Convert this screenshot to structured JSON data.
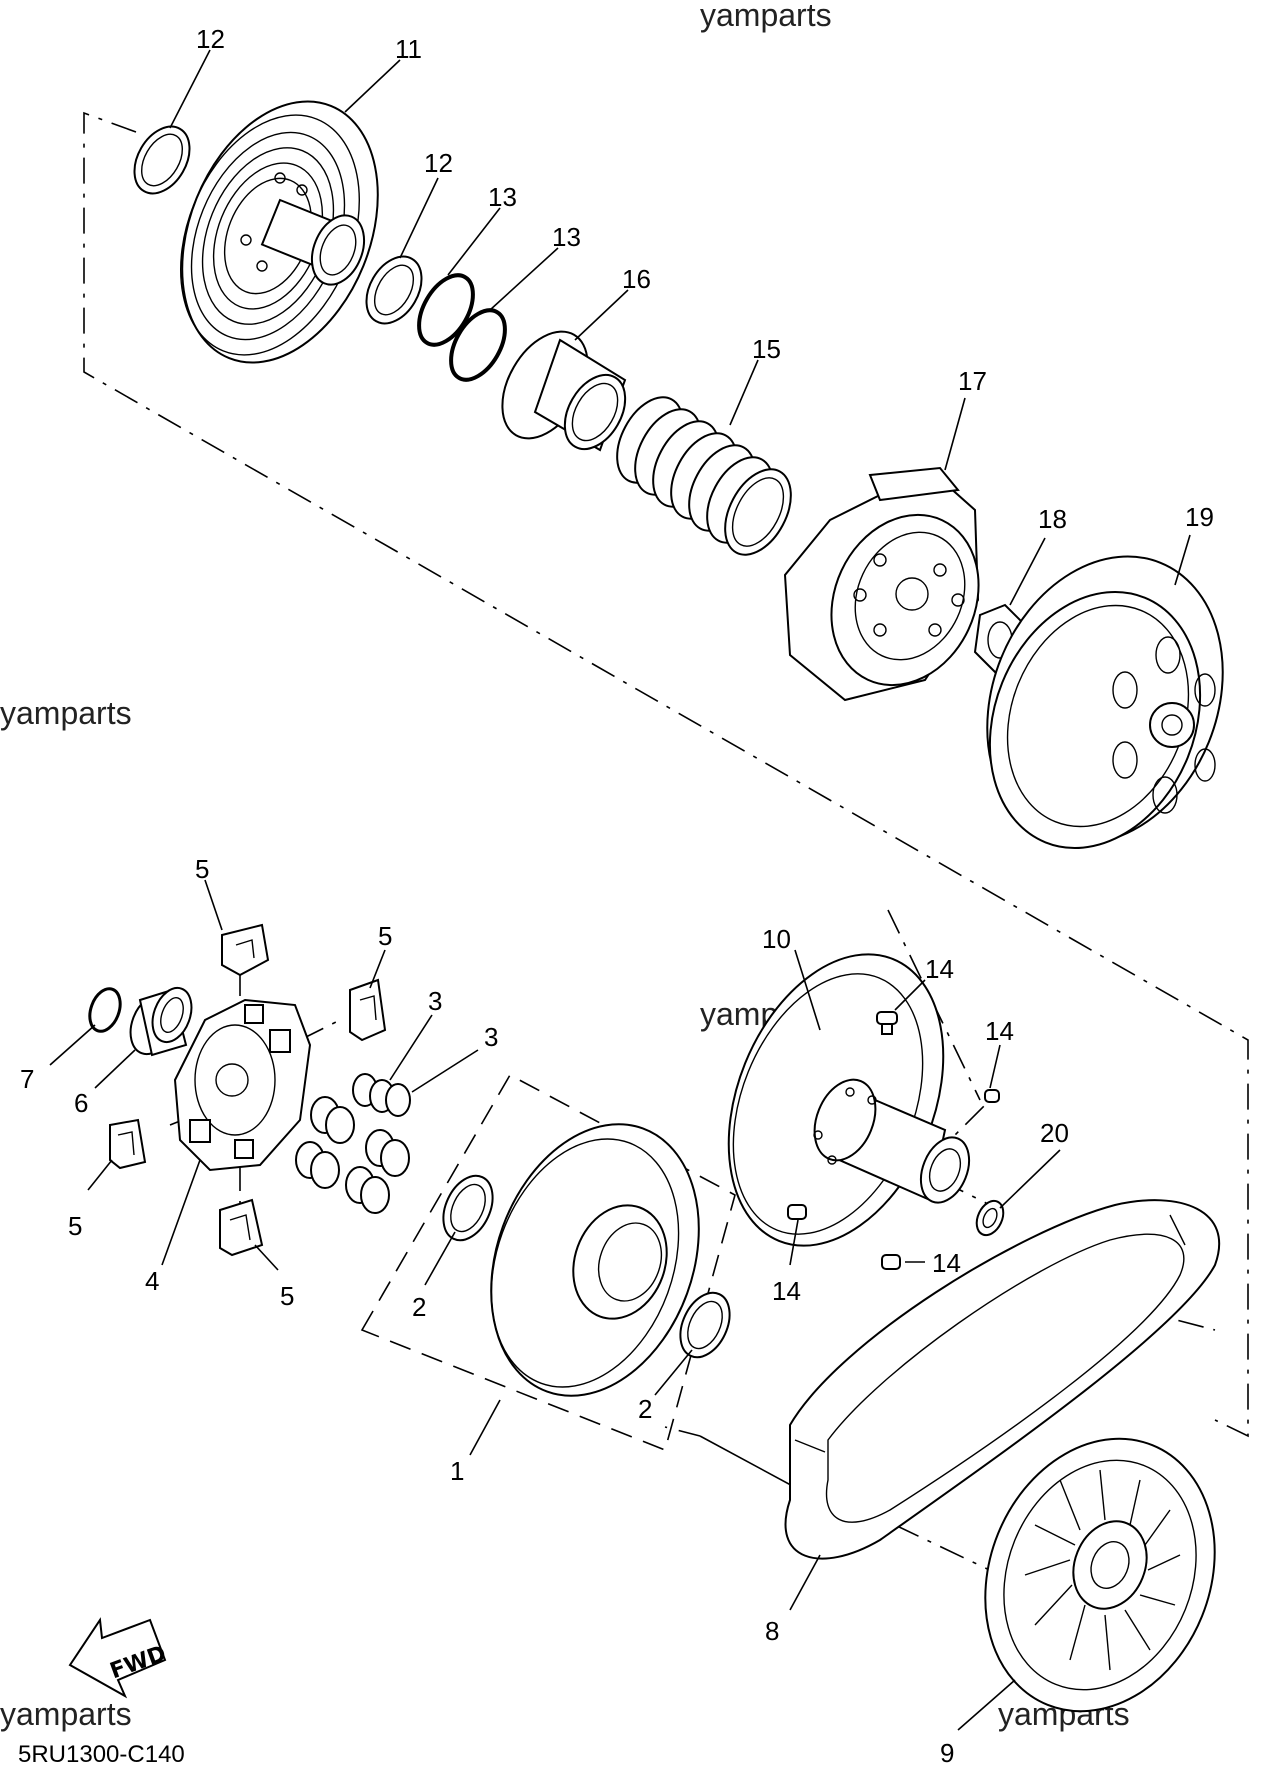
{
  "watermark": "yamparts",
  "diagram_code": "5RU1300-C140",
  "fwd_label": "FWD",
  "callouts": {
    "c1": "1",
    "c2a": "2",
    "c2b": "2",
    "c3a": "3",
    "c3b": "3",
    "c4": "4",
    "c5a": "5",
    "c5b": "5",
    "c5c": "5",
    "c5d": "5",
    "c6": "6",
    "c7": "7",
    "c8": "8",
    "c9": "9",
    "c10": "10",
    "c11": "11",
    "c12a": "12",
    "c12b": "12",
    "c13a": "13",
    "c13b": "13",
    "c14a": "14",
    "c14b": "14",
    "c14c": "14",
    "c14d": "14",
    "c15": "15",
    "c16": "16",
    "c17": "17",
    "c18": "18",
    "c19": "19",
    "c20": "20"
  }
}
